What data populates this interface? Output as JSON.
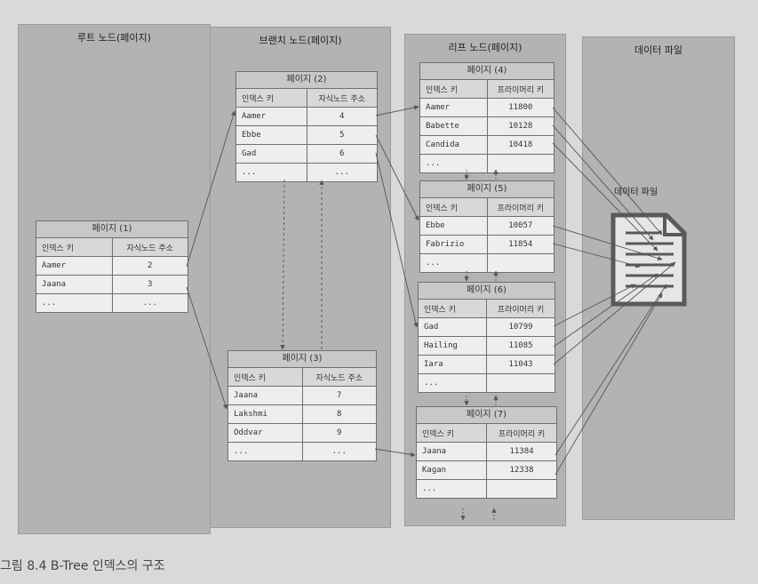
{
  "lanes": {
    "root": "루트 노드(페이지)",
    "branch": "브랜치 노드(페이지)",
    "leaf": "리프 노드(페이지)",
    "data": "데이터 파일"
  },
  "data_file_label": "데이터 파일",
  "caption": "그림 8.4 B-Tree 인덱스의 구조",
  "headers": {
    "index_key": "인덱스 키",
    "child_addr": "자식노드 주소",
    "primary_key": "프라이머리 키"
  },
  "pages": {
    "p1": {
      "title": "페이지 (1)",
      "rows": [
        [
          "Aamer",
          "2"
        ],
        [
          "Jaana",
          "3"
        ],
        [
          "...",
          "..."
        ]
      ]
    },
    "p2": {
      "title": "페이지 (2)",
      "rows": [
        [
          "Aamer",
          "4"
        ],
        [
          "Ebbe",
          "5"
        ],
        [
          "Gad",
          "6"
        ],
        [
          "...",
          "..."
        ]
      ]
    },
    "p3": {
      "title": "페이지 (3)",
      "rows": [
        [
          "Jaana",
          "7"
        ],
        [
          "Lakshmi",
          "8"
        ],
        [
          "Oddvar",
          "9"
        ],
        [
          "...",
          "..."
        ]
      ]
    },
    "p4": {
      "title": "페이지 (4)",
      "rows": [
        [
          "Aamer",
          "11800"
        ],
        [
          "Babette",
          "10128"
        ],
        [
          "Candida",
          "10418"
        ],
        [
          "...",
          ""
        ]
      ]
    },
    "p5": {
      "title": "페이지 (5)",
      "rows": [
        [
          "Ebbe",
          "10057"
        ],
        [
          "Fabrizio",
          "11854"
        ],
        [
          "...",
          ""
        ]
      ]
    },
    "p6": {
      "title": "페이지 (6)",
      "rows": [
        [
          "Gad",
          "10799"
        ],
        [
          "Hailing",
          "11085"
        ],
        [
          "Iara",
          "11043"
        ],
        [
          "...",
          ""
        ]
      ]
    },
    "p7": {
      "title": "페이지 (7)",
      "rows": [
        [
          "Jaana",
          "11384"
        ],
        [
          "Kagan",
          "12338"
        ],
        [
          "...",
          ""
        ]
      ]
    }
  }
}
